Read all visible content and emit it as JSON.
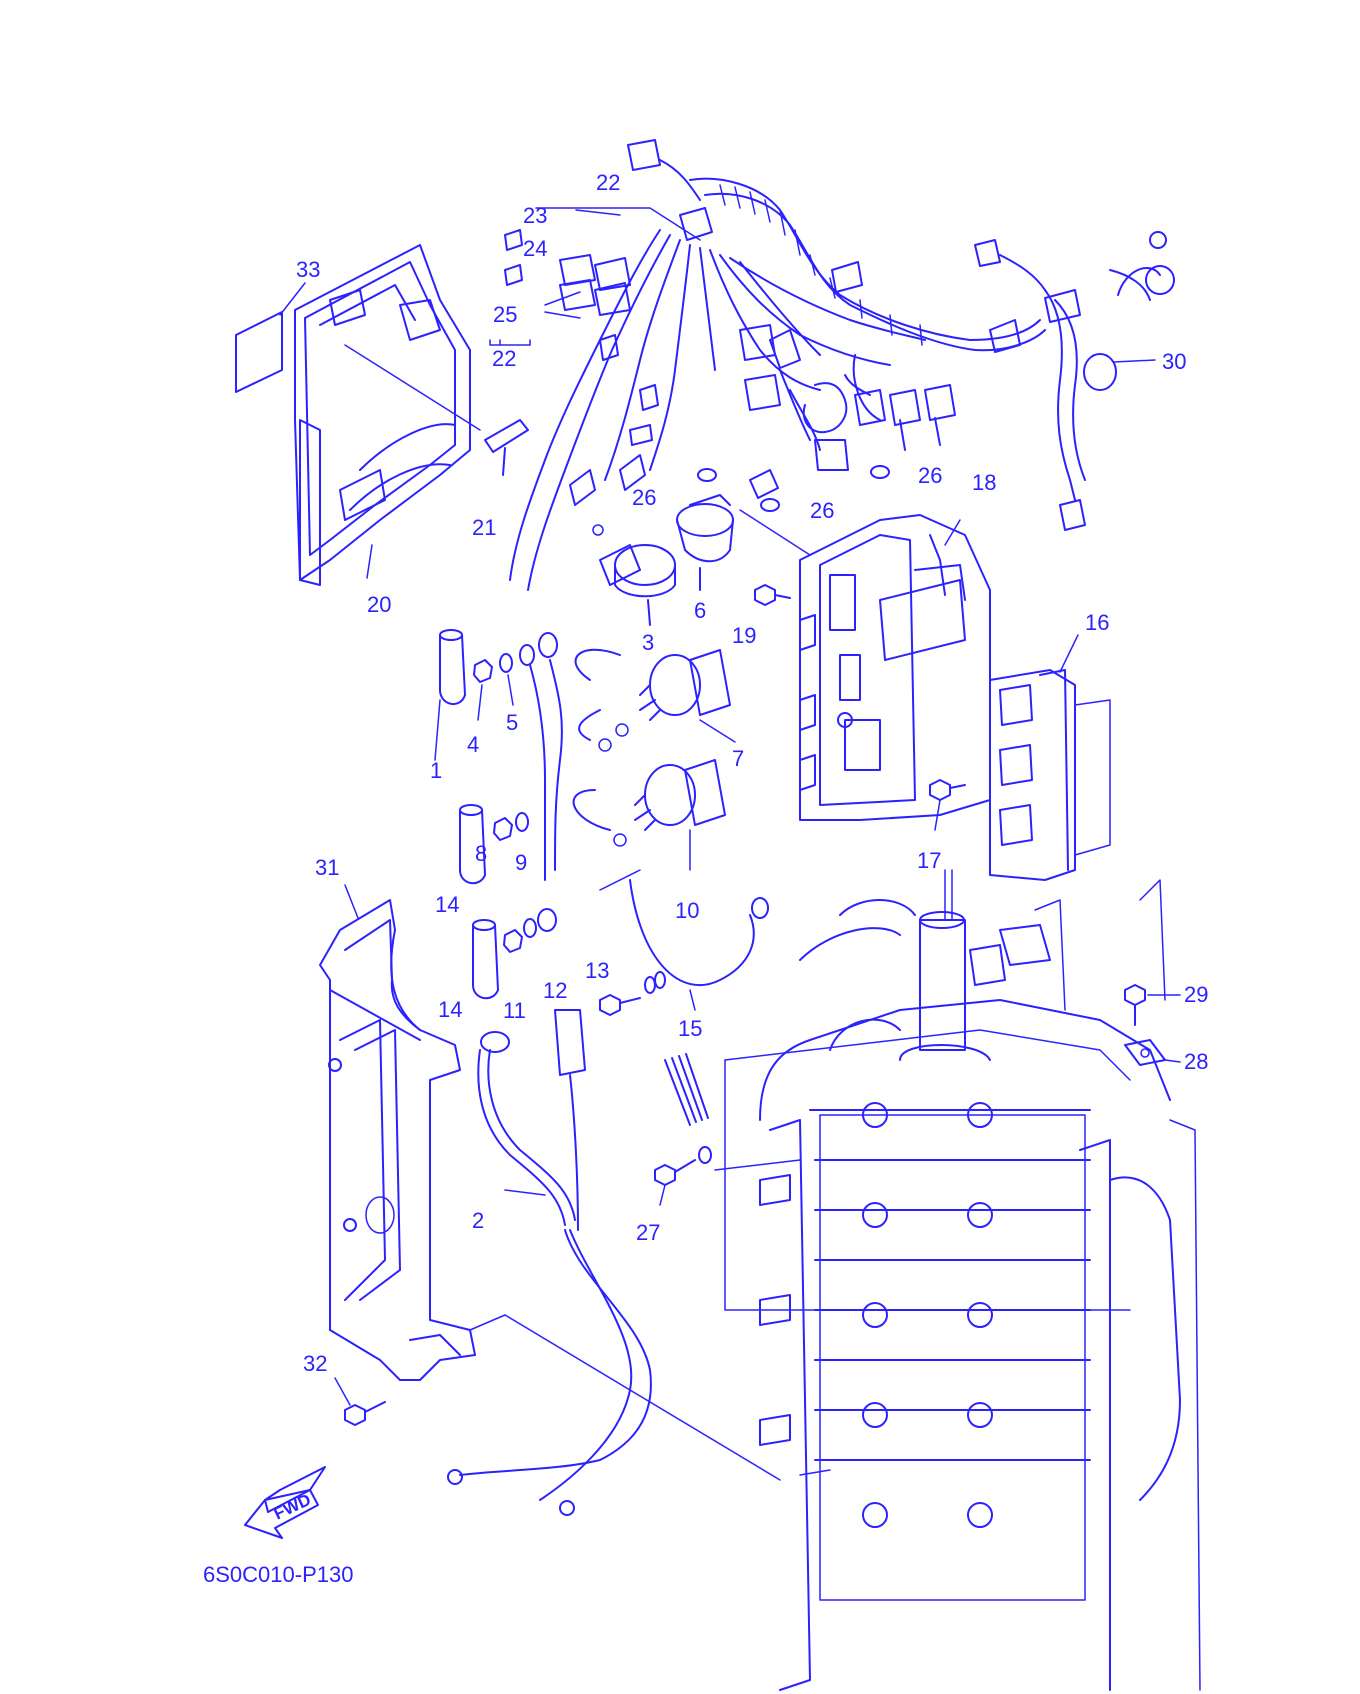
{
  "diagram_code": "6S0C010-P130",
  "fwd_label": "FWD",
  "colors": {
    "line": "#2b22ff",
    "background": "#ffffff"
  },
  "callouts": {
    "c1": "1",
    "c2": "2",
    "c3": "3",
    "c4": "4",
    "c5": "5",
    "c6": "6",
    "c7": "7",
    "c8": "8",
    "c9": "9",
    "c10": "10",
    "c11": "11",
    "c12": "12",
    "c13": "13",
    "c14a": "14",
    "c14b": "14",
    "c15": "15",
    "c16": "16",
    "c17": "17",
    "c18": "18",
    "c19": "19",
    "c20": "20",
    "c21": "21",
    "c22a": "22",
    "c22b": "22",
    "c23": "23",
    "c24": "24",
    "c25": "25",
    "c26a": "26",
    "c26b": "26",
    "c26c": "26",
    "c27": "27",
    "c28": "28",
    "c29": "29",
    "c30": "30",
    "c31": "31",
    "c32": "32",
    "c33": "33"
  }
}
